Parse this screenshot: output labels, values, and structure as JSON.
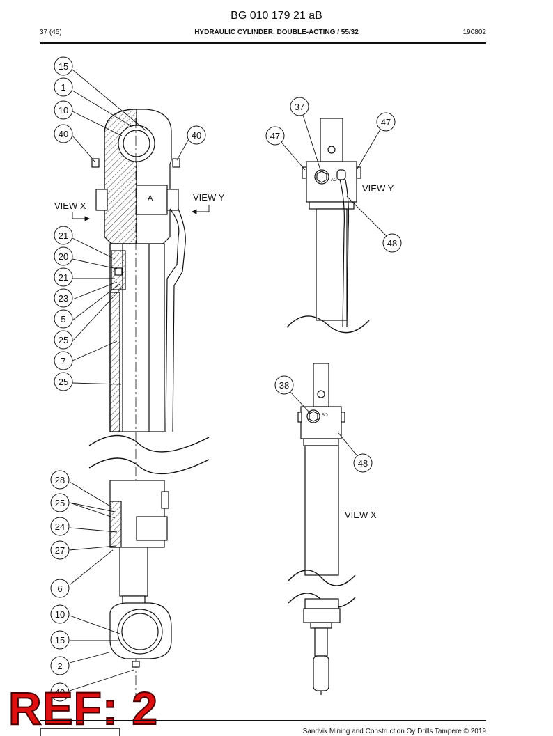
{
  "header": {
    "doc_id": "BG 010 179 21 aB",
    "page": "37 (45)",
    "title_bold": "HYDRAULIC CYLINDER, DOUBLE-ACTING",
    "title_suffix": " / 55/32",
    "date": "190802"
  },
  "callouts_main": [
    "15",
    "1",
    "10",
    "40",
    "40",
    "21",
    "20",
    "21",
    "23",
    "5",
    "25",
    "7",
    "25",
    "28",
    "25",
    "24",
    "27",
    "6",
    "10",
    "15",
    "2",
    "40"
  ],
  "callouts_view_y": [
    "37",
    "47",
    "47",
    "48"
  ],
  "callouts_view_x": [
    "38",
    "48"
  ],
  "views": {
    "view_x_label": "VIEW X",
    "view_y_label": "VIEW Y",
    "port_a": "A",
    "port_ao": "AO",
    "port_bo": "BO"
  },
  "overlay": {
    "ref": "REF: 2"
  },
  "footer": {
    "copyright": "Sandvik Mining and Construction Oy Drills Tampere © 2019"
  },
  "colors": {
    "ink": "#111111",
    "ref_red": "#e01010"
  }
}
